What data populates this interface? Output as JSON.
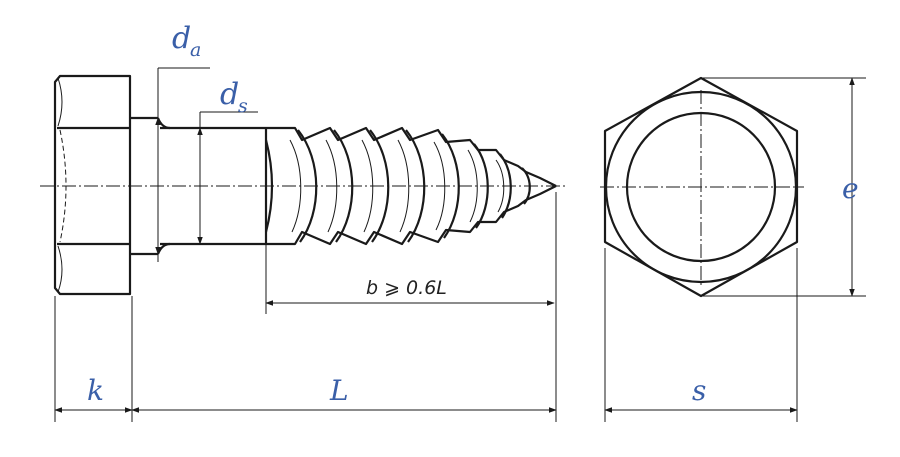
{
  "labels": {
    "d_main": "d",
    "d_a_sub": "a",
    "d_s_sub": "s",
    "k": "k",
    "L": "L",
    "s": "s",
    "e": "e",
    "thread_note": "b ⩾ 0.6L"
  },
  "colors": {
    "dimension_text": "#3a5fa8",
    "line": "#1a1a1a",
    "background": "#ffffff"
  }
}
